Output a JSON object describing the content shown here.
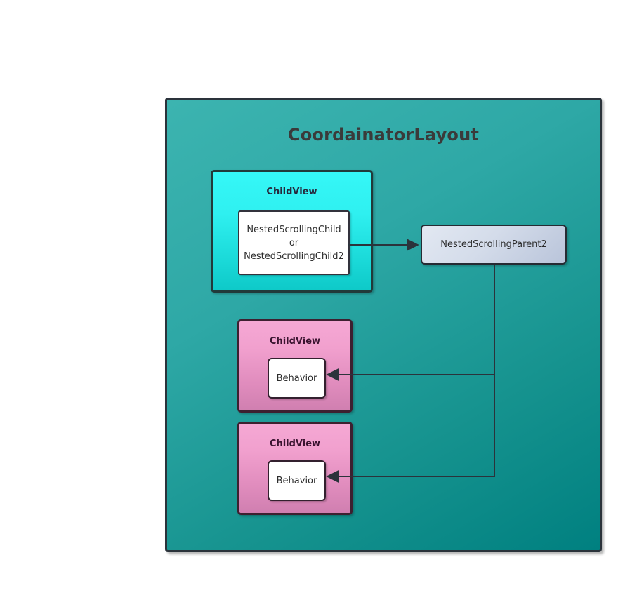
{
  "diagram": {
    "title": "CoordainatorLayout",
    "background": "#ffffff",
    "container": {
      "label": "CoordainatorLayout",
      "fill_start": "#3cb4b0",
      "fill_end": "#008080",
      "border": "#2b333b"
    },
    "nodes": {
      "childview_scrolling": {
        "label": "ChildView",
        "fill_start": "#35f7f7",
        "fill_end": "#0ec9c8",
        "border": "#213a3a",
        "inner": {
          "line1": "NestedScrollingChild",
          "line2": "or",
          "line3": "NestedScrollingChild2",
          "fill": "#ffffff",
          "border": "#33323c"
        }
      },
      "nested_scrolling_parent2": {
        "label": "NestedScrollingParent2",
        "fill_start": "#e2e8f2",
        "fill_end": "#b9c4da",
        "border": "#262b33"
      },
      "childview_behavior_1": {
        "label": "ChildView",
        "fill_start": "#f5a8d4",
        "fill_end": "#d07fb0",
        "border": "#3d2030",
        "inner": {
          "label": "Behavior",
          "fill": "#ffffff",
          "border": "#33202e"
        }
      },
      "childview_behavior_2": {
        "label": "ChildView",
        "fill_start": "#f5a8d4",
        "fill_end": "#d07fb0",
        "border": "#3d2030",
        "inner": {
          "label": "Behavior",
          "fill": "#ffffff",
          "border": "#33202e"
        }
      }
    },
    "edges": [
      {
        "name": "scrolling-child-to-parent2",
        "from": "NestedScrollingChild or NestedScrollingChild2",
        "to": "NestedScrollingParent2",
        "direction": "right",
        "stroke": "#2b333b"
      },
      {
        "name": "parent2-to-behavior-1",
        "from": "NestedScrollingParent2",
        "to": "Behavior",
        "direction": "left",
        "stroke": "#2b333b"
      },
      {
        "name": "parent2-to-behavior-2",
        "from": "NestedScrollingParent2",
        "to": "Behavior",
        "direction": "left",
        "stroke": "#2b333b"
      }
    ]
  }
}
